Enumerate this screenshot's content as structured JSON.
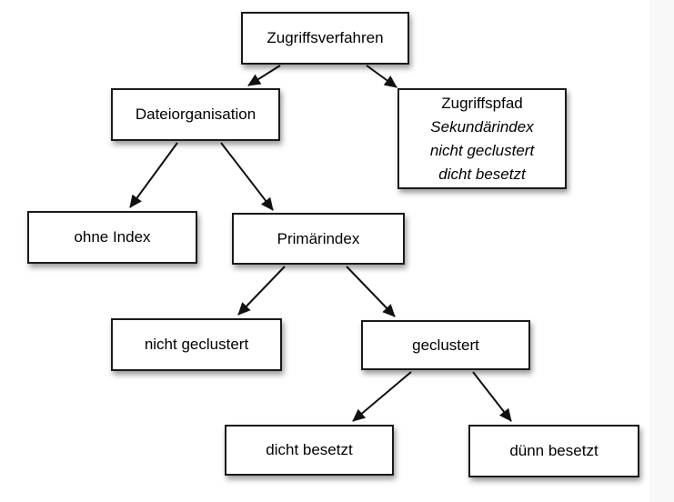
{
  "page": {
    "background": "#ffffff",
    "right_margin_color": "#f8f8f8"
  },
  "colors": {
    "box_background": "#ffffff",
    "box_border": "#1a1a1a",
    "text": "#000000",
    "arrow": "#111111"
  },
  "diagram": {
    "nodes": {
      "zugriffsverfahren": {
        "label": "Zugriffsverfahren"
      },
      "dateiorganisation": {
        "label": "Dateiorganisation"
      },
      "zugriffspfad": {
        "title": "Zugriffspfad",
        "lines": [
          "Sekundärindex",
          "nicht geclustert",
          "dicht besetzt"
        ]
      },
      "ohne_index": {
        "label": "ohne Index"
      },
      "primaerindex": {
        "label": "Primärindex"
      },
      "nicht_geclustert": {
        "label": "nicht geclustert"
      },
      "geclustert": {
        "label": "geclustert"
      },
      "dicht_besetzt": {
        "label": "dicht besetzt"
      },
      "duenn_besetzt": {
        "label": "dünn besetzt"
      }
    },
    "edges": [
      {
        "from": "zugriffsverfahren",
        "to": "dateiorganisation"
      },
      {
        "from": "zugriffsverfahren",
        "to": "zugriffspfad"
      },
      {
        "from": "dateiorganisation",
        "to": "ohne_index"
      },
      {
        "from": "dateiorganisation",
        "to": "primaerindex"
      },
      {
        "from": "primaerindex",
        "to": "nicht_geclustert"
      },
      {
        "from": "primaerindex",
        "to": "geclustert"
      },
      {
        "from": "geclustert",
        "to": "dicht_besetzt"
      },
      {
        "from": "geclustert",
        "to": "duenn_besetzt"
      }
    ]
  }
}
